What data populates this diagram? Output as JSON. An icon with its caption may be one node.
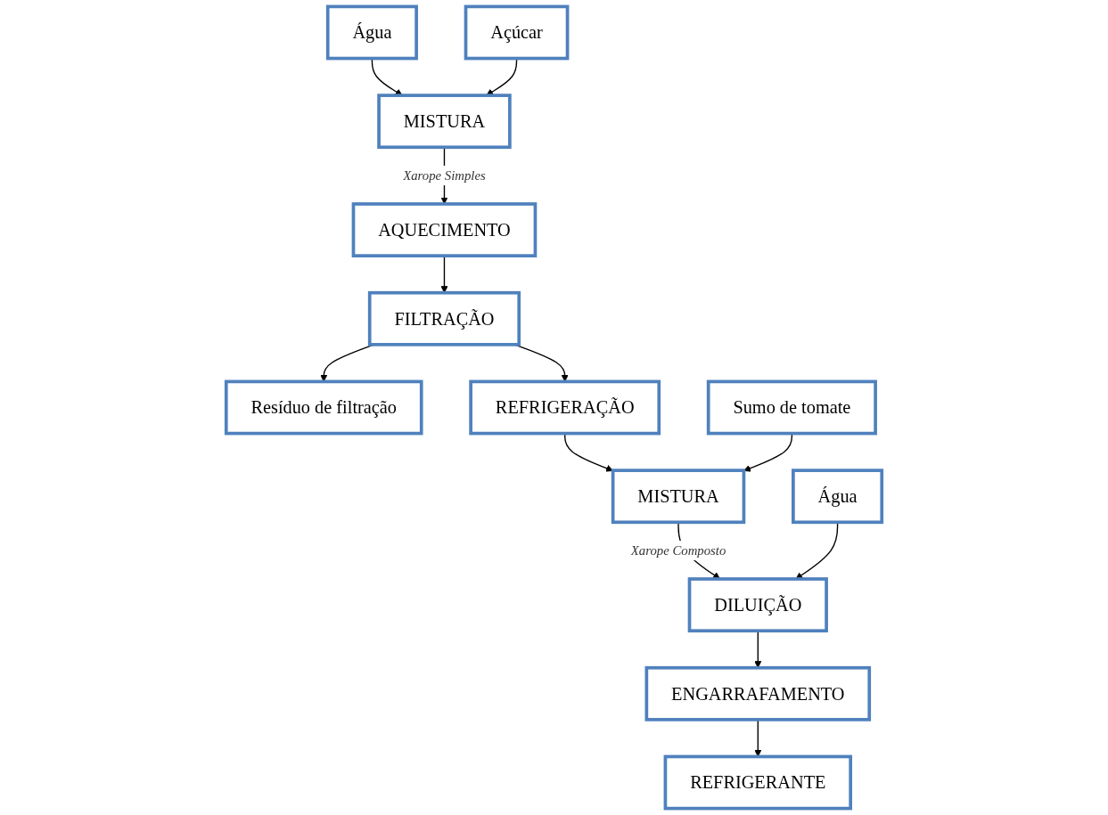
{
  "diagram": {
    "nodes": [
      {
        "text": [
          "Água"
        ]
      },
      {
        "text": [
          "MISTURA"
        ]
      },
      {
        "text": [
          "Açúcar"
        ]
      },
      {
        "text": [
          "AQUECIMENTO"
        ]
      },
      {
        "text": [
          "FILTRAÇÃO"
        ]
      },
      {
        "text": [
          "Resíduo de filtração"
        ]
      },
      {
        "text": [
          "REFRIGERAÇÃO"
        ]
      },
      {
        "text": [
          "Sumo de tomate"
        ]
      },
      {
        "text": [
          "MISTURA"
        ]
      },
      {
        "text": [
          "DILUIÇÃO"
        ]
      },
      {
        "text": [
          "Água"
        ]
      },
      {
        "text": [
          "ENGARRAFAMENTO"
        ]
      },
      {
        "text": [
          "REFRIGERANTE"
        ]
      }
    ],
    "edges": [
      {
        "from": 0,
        "to": 1,
        "arrow": "to"
      },
      {
        "from": 2,
        "to": 1,
        "arrow": "to"
      },
      {
        "from": 1,
        "to": 3,
        "arrow": "to",
        "label": "Xarope Simples"
      },
      {
        "from": 3,
        "to": 4,
        "arrow": "to"
      },
      {
        "from": 4,
        "to": 5,
        "arrow": "to"
      },
      {
        "from": 4,
        "to": 6,
        "arrow": "to"
      },
      {
        "from": 6,
        "to": 8,
        "arrow": "to"
      },
      {
        "from": 7,
        "to": 8,
        "arrow": "to"
      },
      {
        "from": 8,
        "to": 9,
        "arrow": "to",
        "label": "Xarope Composto"
      },
      {
        "from": 10,
        "to": 9,
        "arrow": "to"
      },
      {
        "from": 9,
        "to": 11,
        "arrow": "to"
      },
      {
        "from": 11,
        "to": 12,
        "arrow": "to"
      }
    ]
  }
}
